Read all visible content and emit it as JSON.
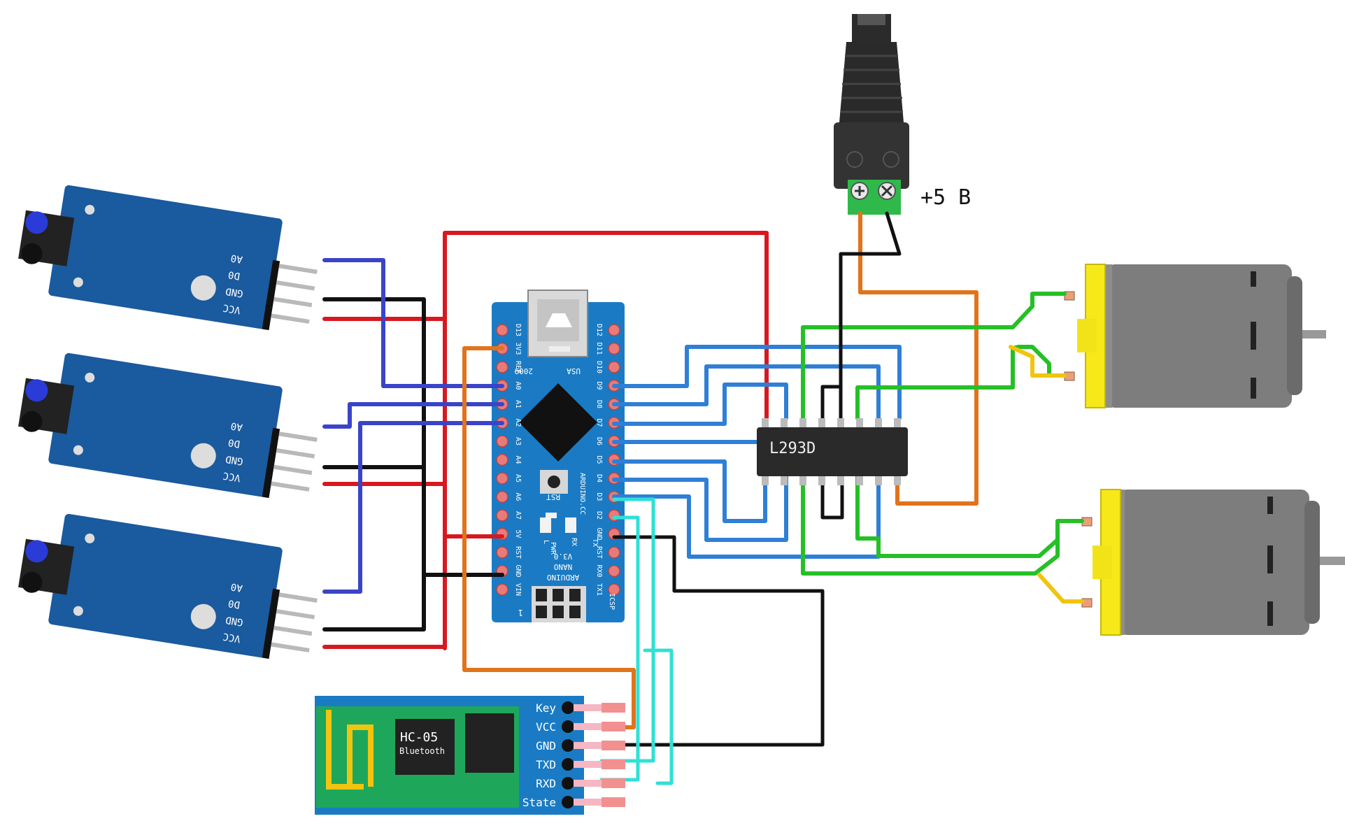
{
  "power": {
    "voltage_label": "+5 В"
  },
  "driver": {
    "label": "L293D"
  },
  "arduino": {
    "left_pins": [
      "D13",
      "3V3",
      "REF",
      "A0",
      "A1",
      "A2",
      "A3",
      "A4",
      "A5",
      "A6",
      "A7",
      "5V",
      "RST",
      "GND",
      "VIN"
    ],
    "right_pins": [
      "D12",
      "D11",
      "D10",
      "D9",
      "D8",
      "D7",
      "D6",
      "D5",
      "D4",
      "D3",
      "D2",
      "GND",
      "RST",
      "RX0",
      "TX1"
    ],
    "texts": [
      "2009",
      "USA",
      "RST",
      "ARDUINO.CC",
      "L",
      "PWR",
      "RX",
      "TX",
      "V3.0",
      "NANO",
      "ARDUINO",
      "ICSP",
      "1"
    ]
  },
  "sensor": {
    "pins": [
      "A0",
      "D0",
      "GND",
      "VCC"
    ]
  },
  "bluetooth": {
    "name": "HC-05",
    "sub": "Bluetooth",
    "pins": [
      "Key",
      "VCC",
      "GND",
      "TXD",
      "RXD",
      "State"
    ]
  },
  "colors": {
    "vcc": "#d8181f",
    "gnd": "#111111",
    "signal": "#3a44c8",
    "orange": "#e0741c",
    "green": "#25c026",
    "blue": "#2f7fd6",
    "cyan": "#2fe0d6",
    "board_blue": "#1a7bc4",
    "yellow": "#f7e81a",
    "hc05_green": "#1ea75a"
  }
}
